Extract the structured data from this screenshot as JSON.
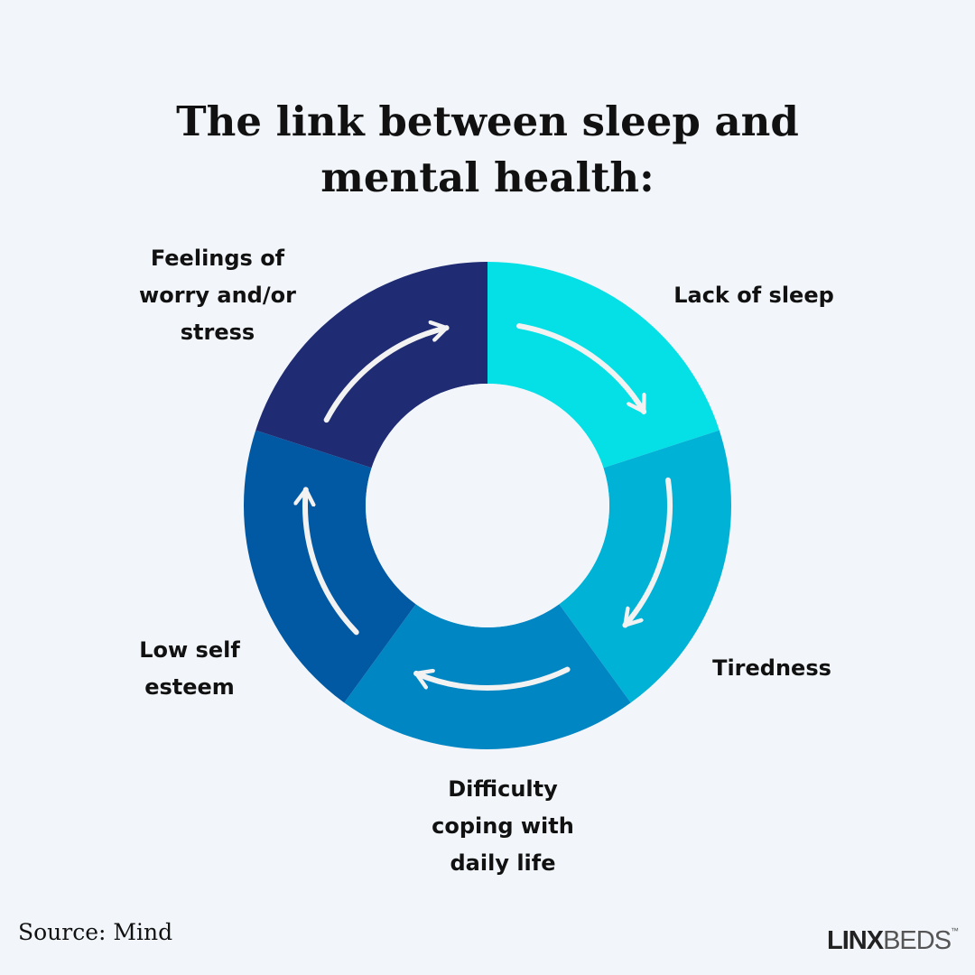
{
  "title": [
    "The link between sleep and",
    "mental health:"
  ],
  "stages": [
    {
      "lines": [
        "Lack of sleep"
      ],
      "color": "#05e0e6"
    },
    {
      "lines": [
        "Tiredness"
      ],
      "color": "#00b2d6"
    },
    {
      "lines": [
        "Difficulty",
        "coping with",
        "daily life"
      ],
      "color": "#0086c3"
    },
    {
      "lines": [
        "Low self",
        "esteem"
      ],
      "color": "#0259a3"
    },
    {
      "lines": [
        "Feelings of",
        "worry and/or",
        "stress"
      ],
      "color": "#1f2b73"
    }
  ],
  "center_color": "#f2f6fa",
  "arrow_color": "#f2f2f2",
  "source": "Source: Mind",
  "logo": {
    "bold": "LINX",
    "light": "BEDS",
    "mark": "™"
  }
}
